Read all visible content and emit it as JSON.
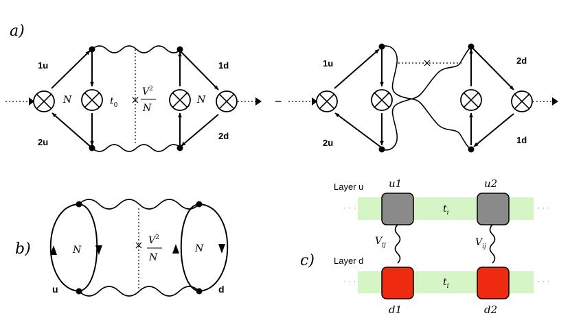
{
  "panel_a": {
    "label": "a)",
    "left": {
      "vertex_tl": "1u",
      "vertex_bl": "2u",
      "vertex_tr": "1d",
      "vertex_br": "2d",
      "loop_left": "N",
      "loop_right": "N",
      "hop": "t",
      "hop_sub": "0",
      "int_num": "V",
      "int_sup": "2",
      "int_den": "N"
    },
    "minus": "−",
    "right": {
      "vertex_tl": "1u",
      "vertex_bl": "2u",
      "vertex_tr": "2d",
      "vertex_br": "1d"
    }
  },
  "panel_b": {
    "label": "b)",
    "loop_left": "N",
    "loop_right": "N",
    "int_num": "V",
    "int_sup": "2",
    "int_den": "N",
    "left_layer": "u",
    "right_layer": "d"
  },
  "panel_c": {
    "label": "c)",
    "layer_u": "Layer u",
    "layer_d": "Layer d",
    "site_u1": "u1",
    "site_u2": "u2",
    "site_d1": "d1",
    "site_d2": "d2",
    "hop_t": "t",
    "hop_sub": "i",
    "coup_v": "V",
    "coup_sub": "ij",
    "ellipsis": "· · ·",
    "colors": {
      "layer_band": "#d5f5c6",
      "site_u": "#8a8a8a",
      "site_d": "#ee2a10"
    }
  }
}
